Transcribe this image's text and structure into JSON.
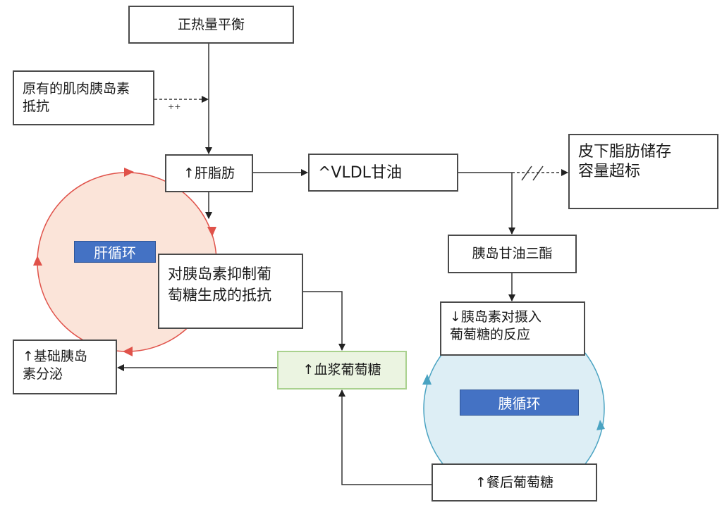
{
  "diagram": {
    "colors": {
      "liver_cycle_fill": "#fbe4d9",
      "liver_cycle_stroke": "#e0524a",
      "pancreas_cycle_fill": "#ddeef5",
      "pancreas_cycle_stroke": "#4aa3c2",
      "cycle_label_bg": "#4472c4",
      "plasma_glucose_fill": "#ebf4e1",
      "plasma_glucose_border": "#a9d18e",
      "box_border": "#4a4a4a",
      "arrow": "#222222"
    },
    "nodes": {
      "positive_energy_balance": "正热量平衡",
      "preexisting_muscle_ir_line1": "原有的肌肉胰岛素",
      "preexisting_muscle_ir_line2": "抵抗",
      "liver_fat": "↑肝脂肪",
      "vldl_tg": "^VLDL甘油",
      "subcutaneous_line1": "皮下脂肪储存",
      "subcutaneous_line2": "容量超标",
      "liver_cycle_label": "肝循环",
      "hepatic_ir_line1": "对胰岛素抑制葡",
      "hepatic_ir_line2": "萄糖生成的抵抗",
      "pancreas_tg": "胰岛甘油三酯",
      "insulin_response_line1": "↓胰岛素对摄入",
      "insulin_response_line2": "葡萄糖的反应",
      "basal_insulin_line1": "↑基础胰岛",
      "basal_insulin_line2": "素分泌",
      "plasma_glucose": "↑血浆葡萄糖",
      "pancreas_cycle_label": "胰循环",
      "postprandial_glucose": "↑餐后葡萄糖"
    },
    "edge_labels": {
      "muscle_ir_effect": "++"
    }
  }
}
